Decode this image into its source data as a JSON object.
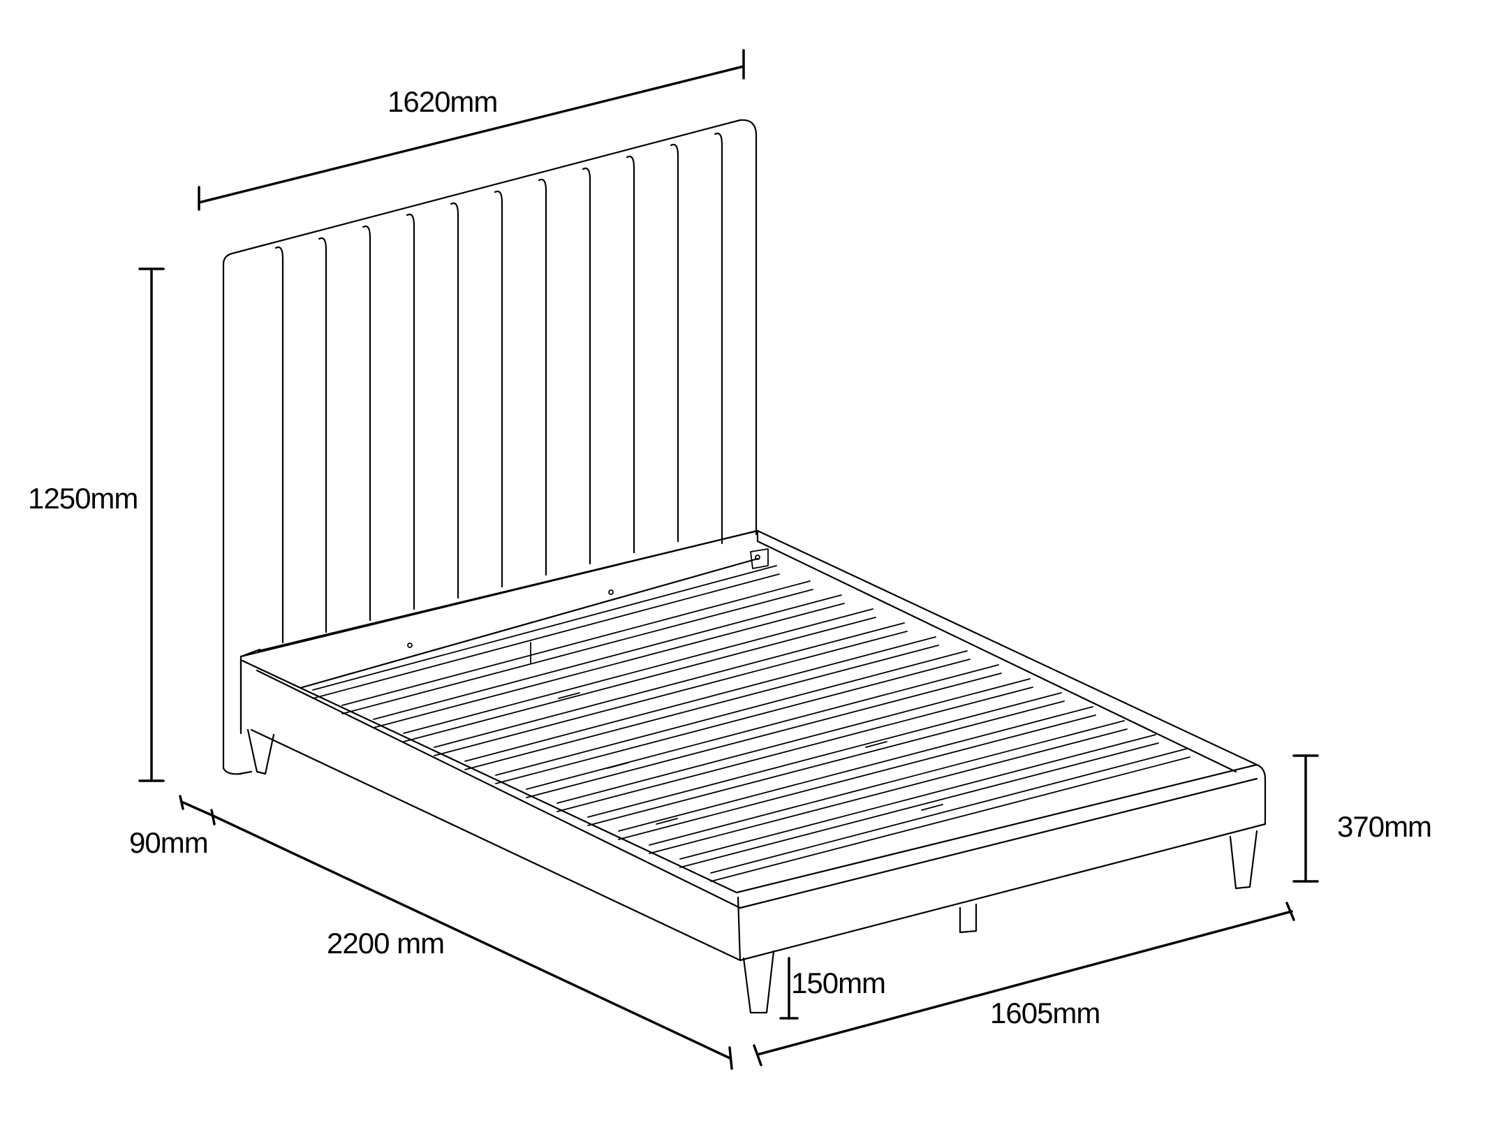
{
  "colors": {
    "line": "#000000",
    "background": "#ffffff"
  },
  "dimensions": {
    "headboard_width": "1620mm",
    "headboard_height": "1250mm",
    "headboard_depth": "90mm",
    "bed_length": "2200 mm",
    "total_height": "370mm",
    "leg_height": "150mm",
    "bed_width": "1605mm"
  }
}
